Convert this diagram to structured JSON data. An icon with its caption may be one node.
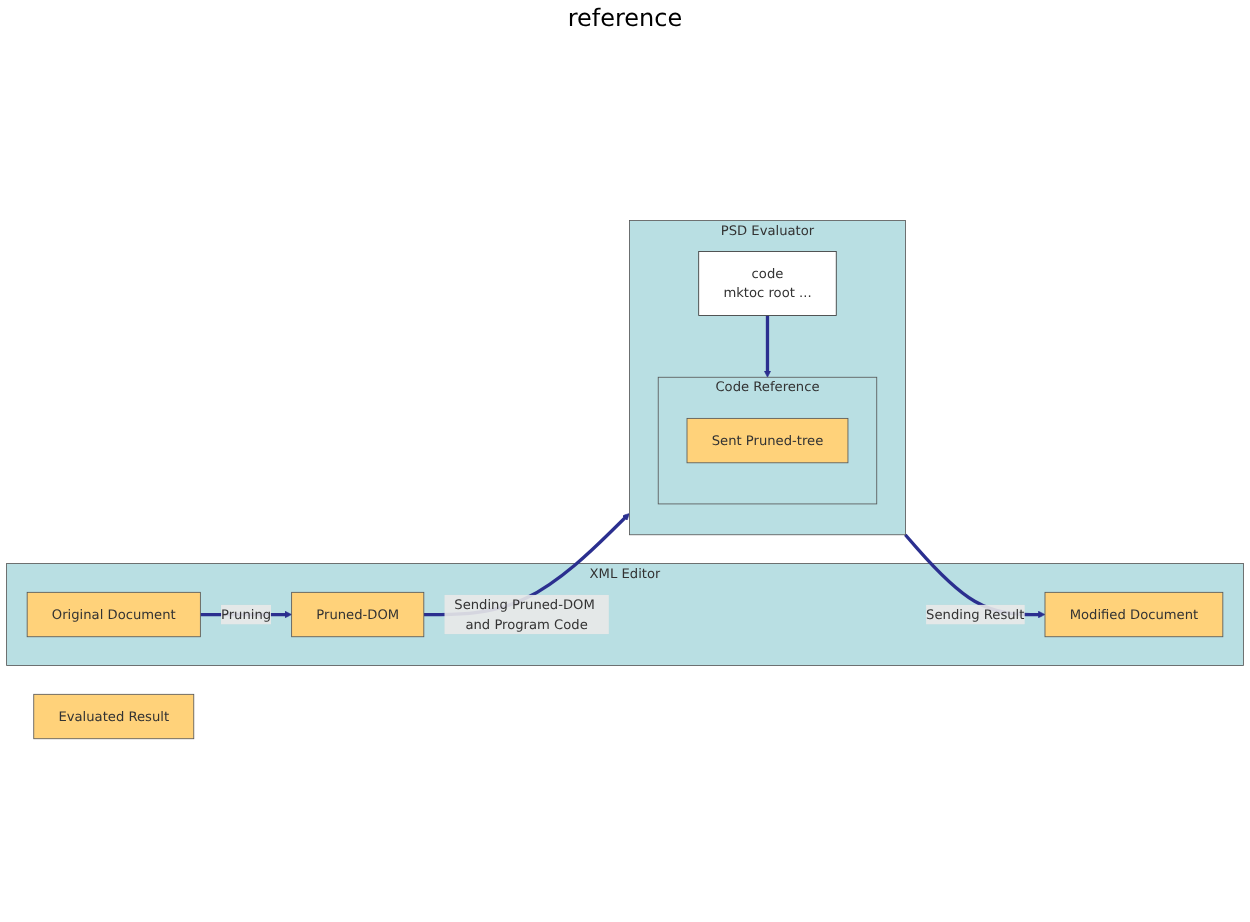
{
  "diagram": {
    "nodes": [
      {
        "text": [
          "XML Editor"
        ]
      },
      {
        "text": [
          "Original Document"
        ],
        "in": 0
      },
      {
        "text": [
          "Pruned-DOM"
        ],
        "in": 0
      },
      {
        "text": [
          "Modified Document"
        ],
        "in": 0
      },
      {
        "text": [
          "PSD Evaluator"
        ]
      },
      {
        "text": [
          "code",
          "mktoc root ..."
        ],
        "in": 4
      },
      {
        "text": [
          "Code Reference"
        ],
        "in": 4
      },
      {
        "text": [
          "Sent Pruned-tree"
        ],
        "in": 6
      },
      {
        "text": [
          "Evaluated Result"
        ]
      }
    ],
    "edges": [
      {
        "from": 1,
        "to": 2,
        "arrow": "to",
        "label": "Pruning"
      },
      {
        "from": 2,
        "to": 4,
        "arrow": "to",
        "label": "Sending Pruned-DOM and Program Code"
      },
      {
        "from": 5,
        "to": 6,
        "arrow": "to"
      },
      {
        "from": 4,
        "to": 3,
        "arrow": "to",
        "label": "Sending Result"
      }
    ],
    "labels": [
      "reference"
    ]
  }
}
